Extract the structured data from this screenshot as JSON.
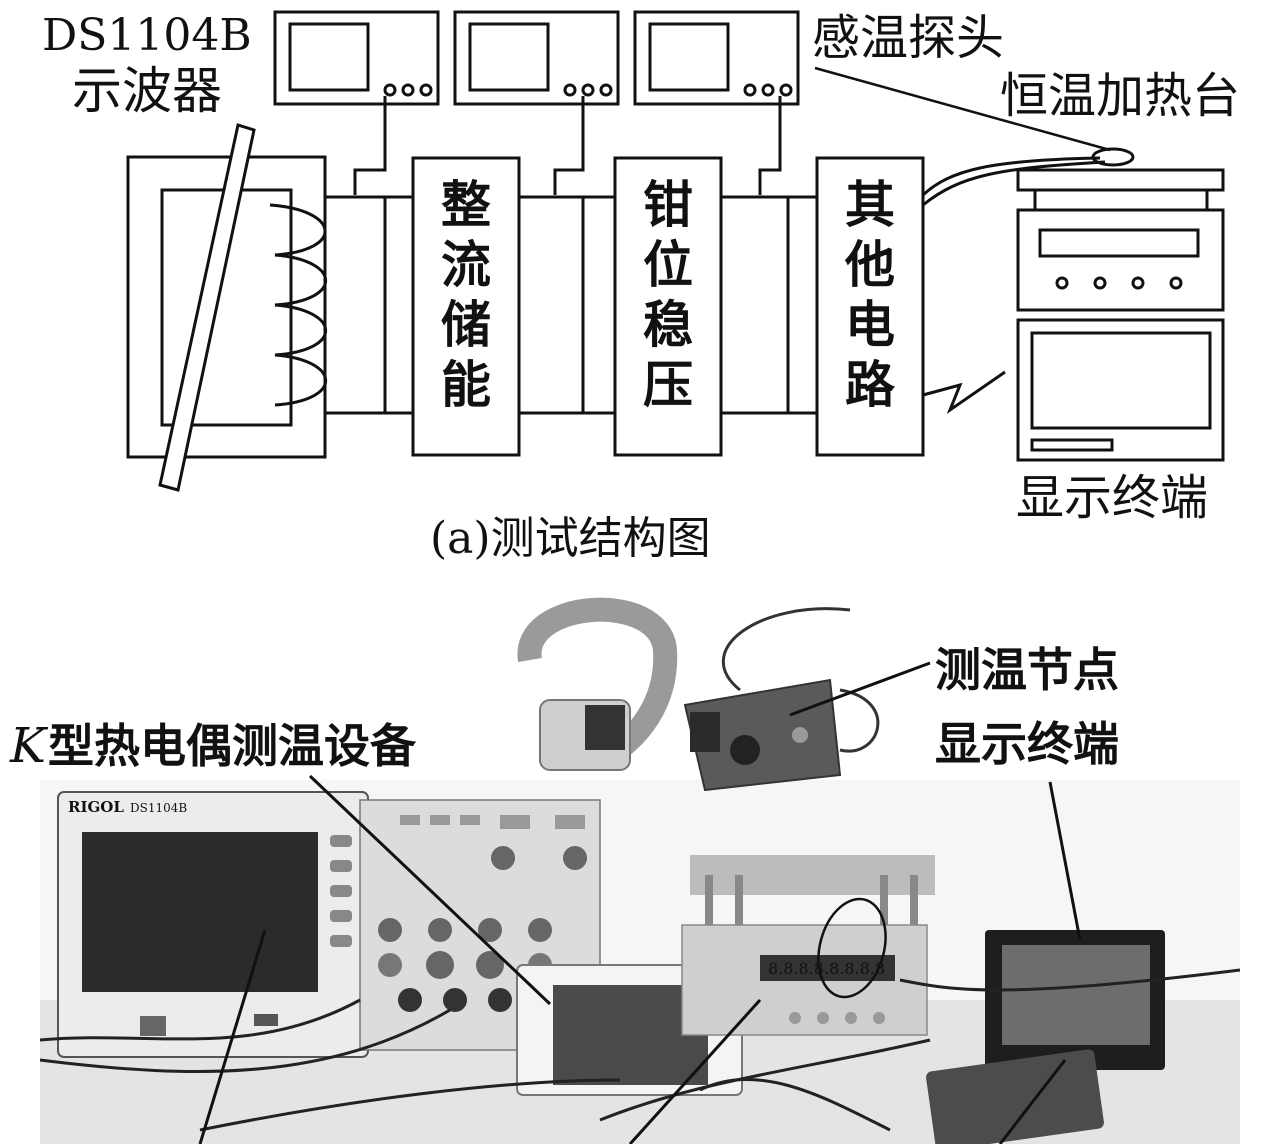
{
  "diagram": {
    "oscilloscope_label_line1": "DS1104B",
    "oscilloscope_label_line2": "示波器",
    "probe_label": "感温探头",
    "heater_label": "恒温加热台",
    "display_label": "显示终端",
    "block_rectify": [
      "整",
      "流",
      "储",
      "能"
    ],
    "block_clamp": [
      "钳",
      "位",
      "稳",
      "压"
    ],
    "block_other": [
      "其",
      "他",
      "电",
      "路"
    ],
    "caption": "(a)测试结构图"
  },
  "photo": {
    "label_thermocouple_prefix": "K",
    "label_thermocouple_rest": "型热电偶测温设备",
    "label_node_line1": "测温节点",
    "label_node_line2": "显示终端",
    "scope_brand": "RIGOL",
    "scope_model": "DS1104B",
    "heater_readout": "8.8.8.8.8.8.8.8"
  },
  "colors": {
    "ink": "#111111",
    "photo_dark": "#3a3a3a",
    "photo_mid": "#8a8a8a",
    "photo_light": "#d9d9d9"
  }
}
